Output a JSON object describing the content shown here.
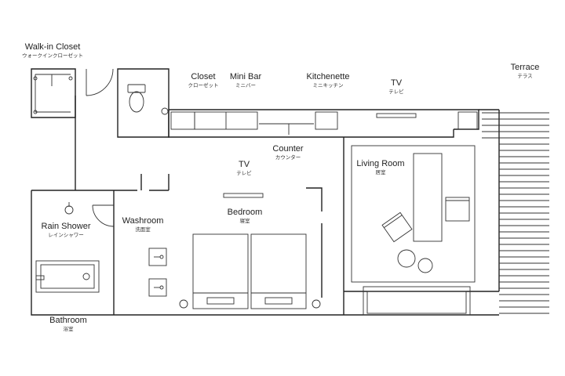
{
  "rooms": {
    "walk_in_closet": {
      "en": "Walk-in Closet",
      "jp": "ウォークインクローゼット"
    },
    "closet": {
      "en": "Closet",
      "jp": "クローゼット"
    },
    "mini_bar": {
      "en": "Mini Bar",
      "jp": "ミニバー"
    },
    "kitchenette": {
      "en": "Kitchenette",
      "jp": "ミニキッチン"
    },
    "tv_top": {
      "en": "TV",
      "jp": "テレビ"
    },
    "terrace": {
      "en": "Terrace",
      "jp": "テラス"
    },
    "counter": {
      "en": "Counter",
      "jp": "カウンター"
    },
    "tv_bedroom": {
      "en": "TV",
      "jp": "テレビ"
    },
    "living_room": {
      "en": "Living Room",
      "jp": "居室"
    },
    "bedroom": {
      "en": "Bedroom",
      "jp": "寝室"
    },
    "rain_shower": {
      "en": "Rain Shower",
      "jp": "レインシャワー"
    },
    "washroom": {
      "en": "Washroom",
      "jp": "洗面室"
    },
    "bathroom": {
      "en": "Bathroom",
      "jp": "浴室"
    }
  }
}
